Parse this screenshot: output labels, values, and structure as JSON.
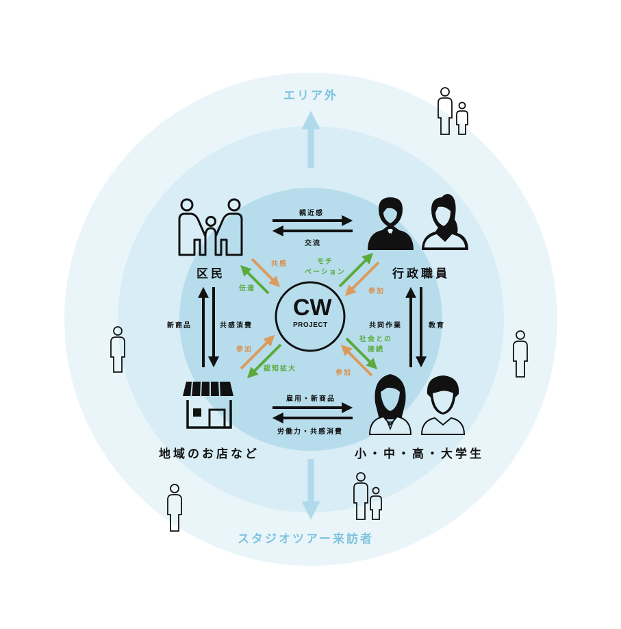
{
  "diagram": {
    "center": {
      "title": "CW",
      "subtitle": "PROJECT"
    },
    "outer_directions": {
      "top": "エリア外",
      "bottom": "スタジオツアー来訪者"
    },
    "nodes": {
      "top_left": "区民",
      "top_right": "行政職員",
      "bottom_left": "地域のお店など",
      "bottom_right": "小・中・高・大学生"
    },
    "edges": {
      "top": {
        "forward": "親近感",
        "backward": "交流"
      },
      "bottom": {
        "forward": "雇用・新商品",
        "backward": "労働力・共感消費"
      },
      "left": {
        "up": "新商品",
        "down": "共感消費"
      },
      "right": {
        "up": "共同作業",
        "down": "教育"
      }
    },
    "spokes": {
      "top_left": {
        "to_center": "共感",
        "from_center": "伝達"
      },
      "top_right": {
        "to_node": "モチ\nベーション",
        "to_center": "参加"
      },
      "bottom_left": {
        "to_center": "参加",
        "from_center": "認知拡大"
      },
      "bottom_right": {
        "to_node": "社会との\n接続",
        "to_center": "参加"
      }
    },
    "colors": {
      "outer_ring": "#eaf5fa",
      "middle_ring": "#d8edf5",
      "inner_ring": "#b7dded",
      "outward_arrow": "#b0daec",
      "outer_text": "#7ec3dd",
      "orange_arrow": "#dc9a5c",
      "green_arrow": "#5aaa3c",
      "black": "#111111"
    },
    "icons": {
      "top_left": "family-icon",
      "top_right": "office-workers-icon",
      "bottom_left": "shop-icon",
      "bottom_right": "students-icon",
      "outer_people": [
        "adult-child-icon",
        "person-icon",
        "person-icon",
        "person-icon",
        "adult-child-icon"
      ]
    }
  }
}
